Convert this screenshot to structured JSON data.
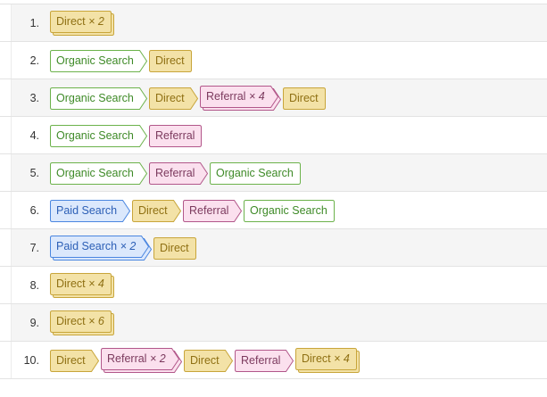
{
  "colors": {
    "direct": {
      "fill": "#f3e2a7",
      "stroke": "#c8a53a",
      "text": "#8f7013"
    },
    "organic": {
      "fill": "#ffffff",
      "stroke": "#6cb24b",
      "text": "#3e8a27"
    },
    "referral": {
      "fill": "#fbe0ee",
      "stroke": "#b2578a",
      "text": "#7c3a5e"
    },
    "paid": {
      "fill": "#dbe8fc",
      "stroke": "#4a86e0",
      "text": "#2c5fb6"
    }
  },
  "rows": [
    {
      "index": "1.",
      "steps": [
        {
          "label": "Direct",
          "mult": "× 2",
          "kind": "direct",
          "arrow": false,
          "stack": true
        }
      ]
    },
    {
      "index": "2.",
      "steps": [
        {
          "label": "Organic Search",
          "mult": "",
          "kind": "organic",
          "arrow": true,
          "stack": false
        },
        {
          "label": "Direct",
          "mult": "",
          "kind": "direct",
          "arrow": false,
          "stack": false
        }
      ]
    },
    {
      "index": "3.",
      "steps": [
        {
          "label": "Organic Search",
          "mult": "",
          "kind": "organic",
          "arrow": true,
          "stack": false
        },
        {
          "label": "Direct",
          "mult": "",
          "kind": "direct",
          "arrow": true,
          "stack": false
        },
        {
          "label": "Referral",
          "mult": "× 4",
          "kind": "referral",
          "arrow": true,
          "stack": true
        },
        {
          "label": "Direct",
          "mult": "",
          "kind": "direct",
          "arrow": false,
          "stack": false
        }
      ]
    },
    {
      "index": "4.",
      "steps": [
        {
          "label": "Organic Search",
          "mult": "",
          "kind": "organic",
          "arrow": true,
          "stack": false
        },
        {
          "label": "Referral",
          "mult": "",
          "kind": "referral",
          "arrow": false,
          "stack": false
        }
      ]
    },
    {
      "index": "5.",
      "steps": [
        {
          "label": "Organic Search",
          "mult": "",
          "kind": "organic",
          "arrow": true,
          "stack": false
        },
        {
          "label": "Referral",
          "mult": "",
          "kind": "referral",
          "arrow": true,
          "stack": false
        },
        {
          "label": "Organic Search",
          "mult": "",
          "kind": "organic",
          "arrow": false,
          "stack": false
        }
      ]
    },
    {
      "index": "6.",
      "steps": [
        {
          "label": "Paid Search",
          "mult": "",
          "kind": "paid",
          "arrow": true,
          "stack": false
        },
        {
          "label": "Direct",
          "mult": "",
          "kind": "direct",
          "arrow": true,
          "stack": false
        },
        {
          "label": "Referral",
          "mult": "",
          "kind": "referral",
          "arrow": true,
          "stack": false
        },
        {
          "label": "Organic Search",
          "mult": "",
          "kind": "organic",
          "arrow": false,
          "stack": false
        }
      ]
    },
    {
      "index": "7.",
      "steps": [
        {
          "label": "Paid Search",
          "mult": "× 2",
          "kind": "paid",
          "arrow": true,
          "stack": true
        },
        {
          "label": "Direct",
          "mult": "",
          "kind": "direct",
          "arrow": false,
          "stack": false
        }
      ]
    },
    {
      "index": "8.",
      "steps": [
        {
          "label": "Direct",
          "mult": "× 4",
          "kind": "direct",
          "arrow": false,
          "stack": true
        }
      ]
    },
    {
      "index": "9.",
      "steps": [
        {
          "label": "Direct",
          "mult": "× 6",
          "kind": "direct",
          "arrow": false,
          "stack": true
        }
      ]
    },
    {
      "index": "10.",
      "steps": [
        {
          "label": "Direct",
          "mult": "",
          "kind": "direct",
          "arrow": true,
          "stack": false
        },
        {
          "label": "Referral",
          "mult": "× 2",
          "kind": "referral",
          "arrow": true,
          "stack": true
        },
        {
          "label": "Direct",
          "mult": "",
          "kind": "direct",
          "arrow": true,
          "stack": false
        },
        {
          "label": "Referral",
          "mult": "",
          "kind": "referral",
          "arrow": true,
          "stack": false
        },
        {
          "label": "Direct",
          "mult": "× 4",
          "kind": "direct",
          "arrow": false,
          "stack": true
        }
      ]
    }
  ]
}
